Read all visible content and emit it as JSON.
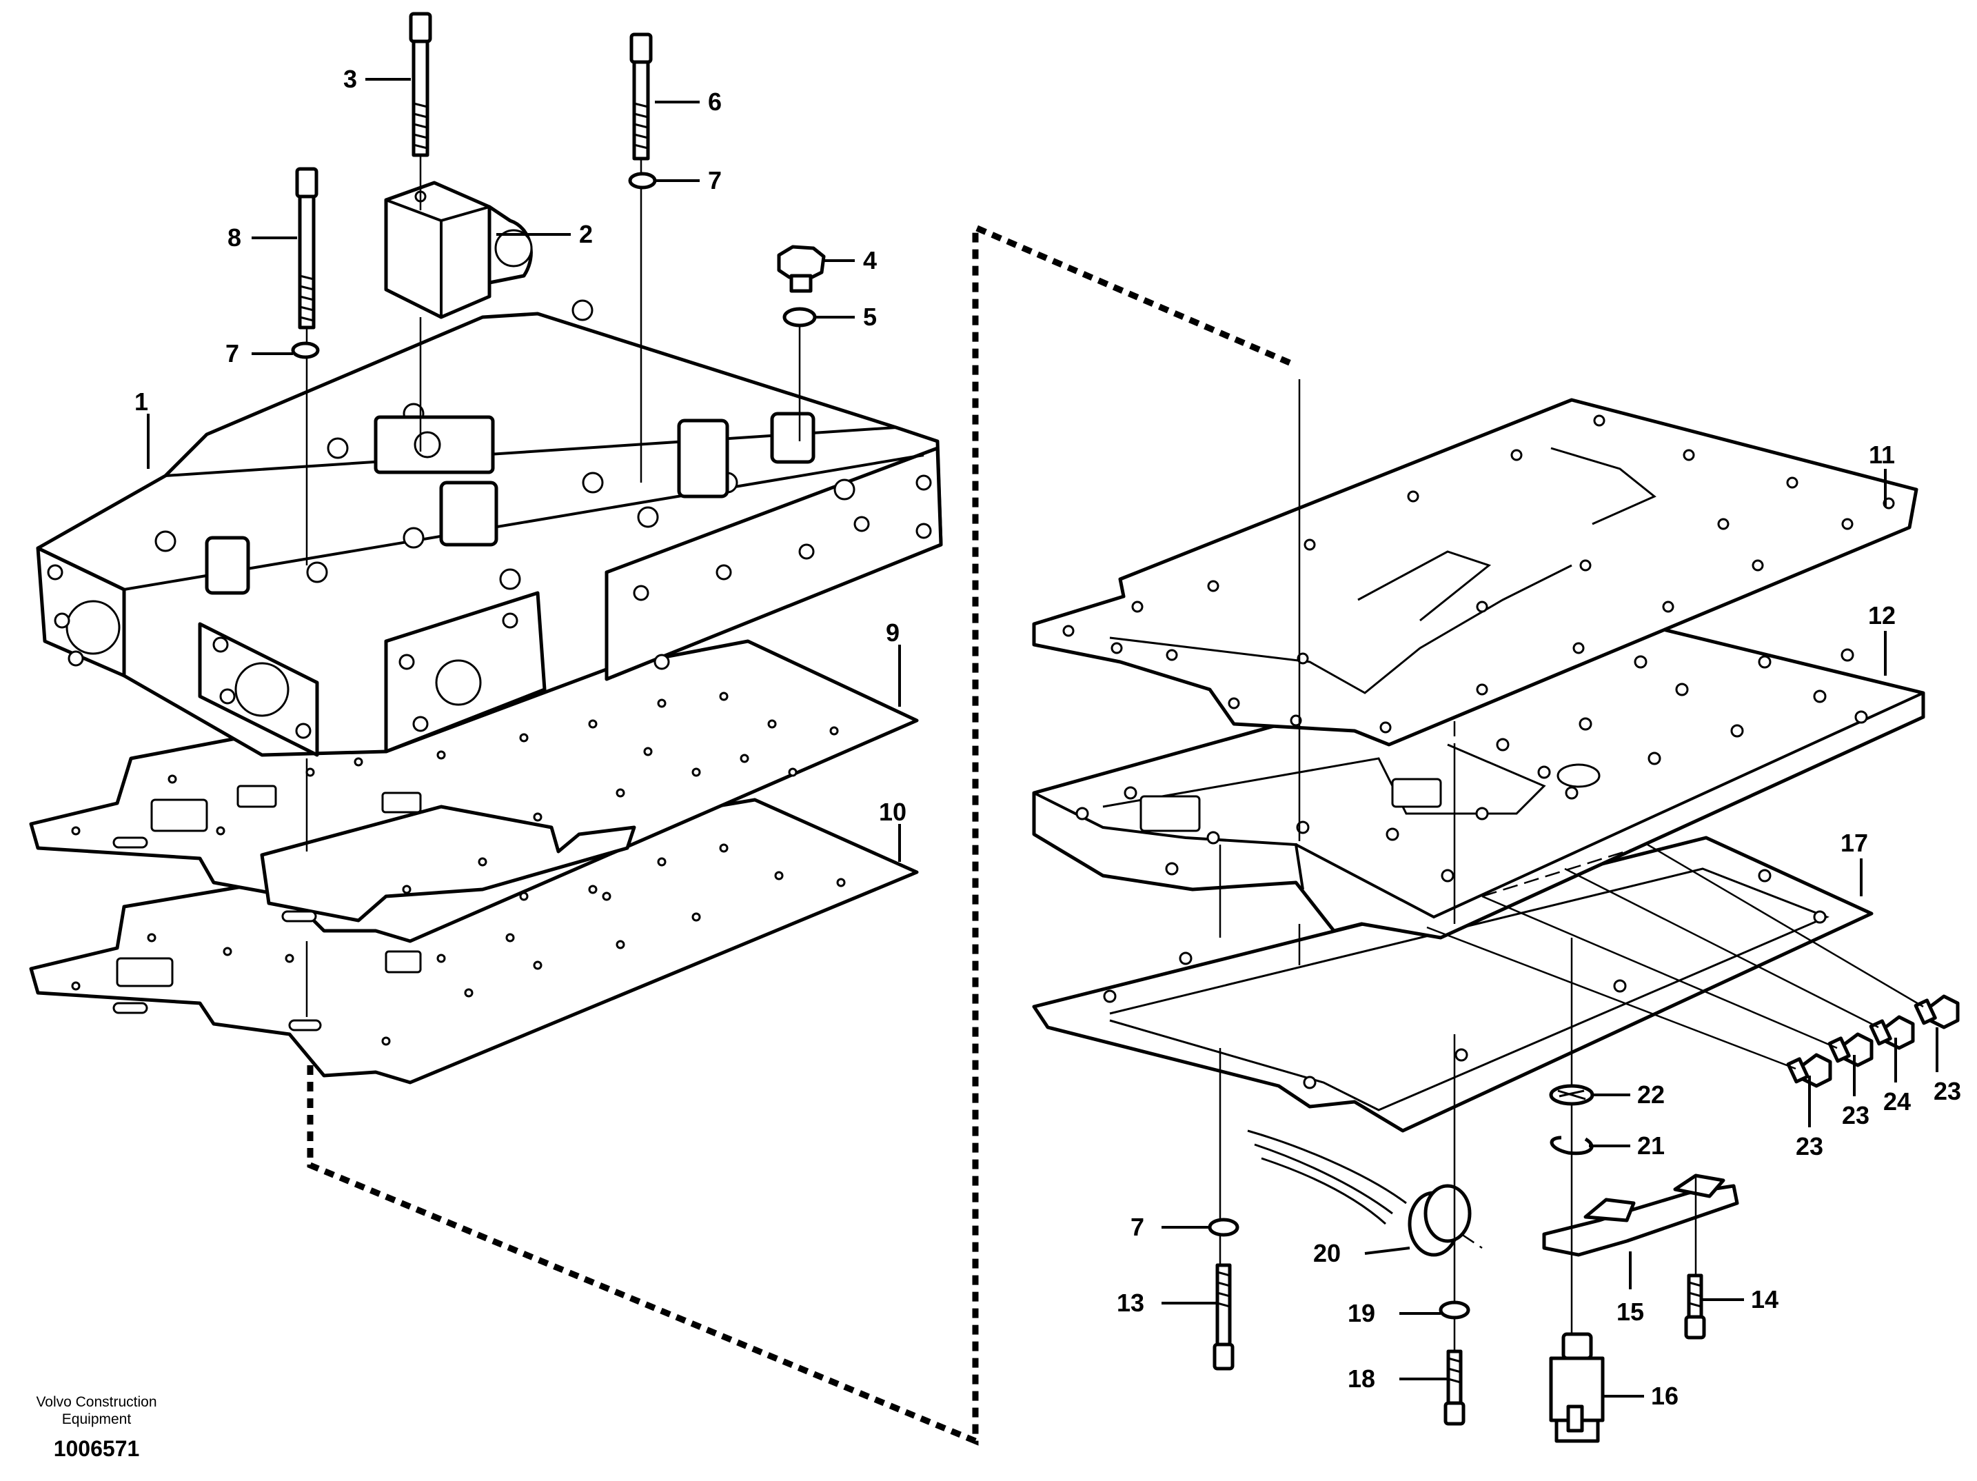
{
  "callouts": [
    "1",
    "2",
    "3",
    "4",
    "5",
    "6",
    "7",
    "8",
    "9",
    "10",
    "11",
    "12",
    "13",
    "14",
    "15",
    "16",
    "17",
    "18",
    "19",
    "20",
    "21",
    "22",
    "23",
    "24"
  ],
  "footer": {
    "company_line1": "Volvo Construction",
    "company_line2": "Equipment",
    "drawing_number": "1006571"
  }
}
